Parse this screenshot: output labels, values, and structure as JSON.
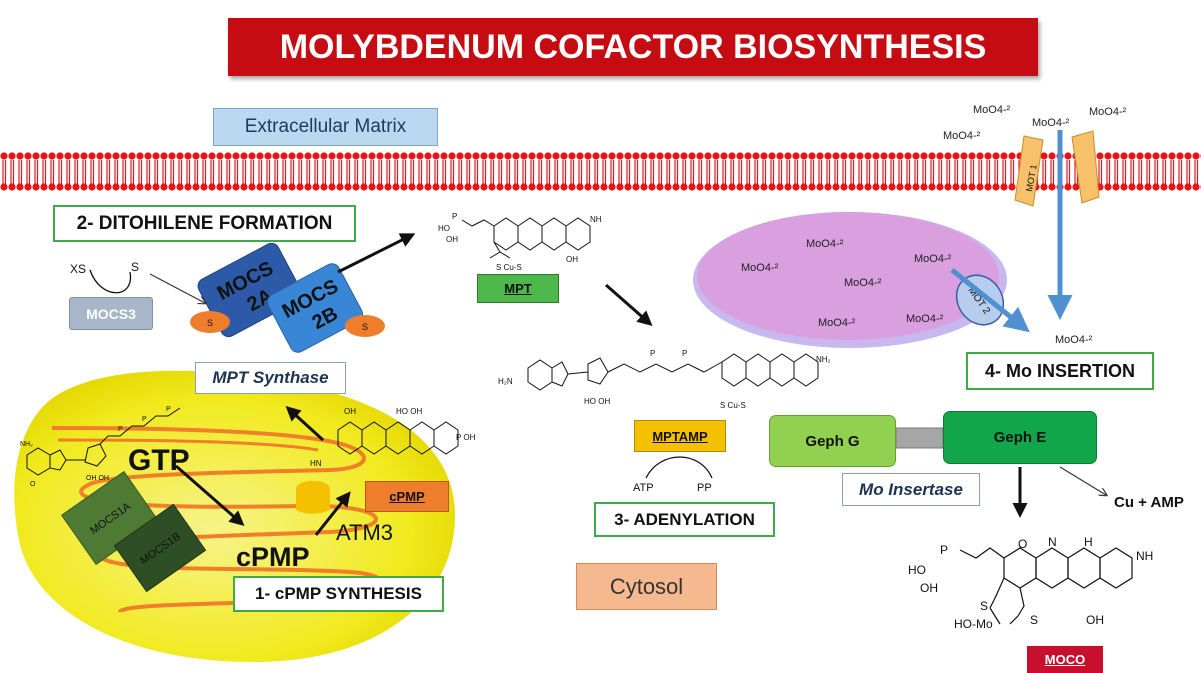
{
  "title": "MOLYBDENUM COFACTOR BIOSYNTHESIS",
  "compartments": {
    "extracellular": "Extracellular Matrix",
    "cytosol": "Cytosol"
  },
  "steps": {
    "step1": "1- cPMP SYNTHESIS",
    "step2": "2- DITOHILENE FORMATION",
    "step3": "3- ADENYLATION",
    "step4": "4- Mo INSERTION"
  },
  "enzymes": {
    "mocs3": "MOCS3",
    "mocs2a": [
      "MOCS",
      "2A"
    ],
    "mocs2b": [
      "MOCS",
      "2B"
    ],
    "s_cap": "S",
    "mocs1a": "MOCS1A",
    "mocs1b": "MOCS1B",
    "mpt_synthase": "MPT Synthase",
    "mo_insertase": "Mo Insertase",
    "geph_g": "Geph G",
    "geph_e": "Geph E",
    "mot1": "MOT 1",
    "mot2": "MOT 2",
    "atm3": "ATM3"
  },
  "molecule_tags": {
    "mpt": "MPT",
    "mptamp": "MPTAMP",
    "cpmp": "cPMP",
    "moco": "MOCO"
  },
  "labels": {
    "gtp": "GTP",
    "cpmp": "cPMP",
    "atp": "ATP",
    "pp": "PP",
    "cu_amp": "Cu + AMP",
    "xs": "XS",
    "s": "S"
  },
  "molybdate": "MoO4-²",
  "colors": {
    "title_bg": "#c40c12",
    "membrane": "#e8121b",
    "vesicle": "#d99fe0",
    "mito": "#f3ee2a",
    "cristae": "#f07f2a",
    "step_border": "#3faa4a",
    "arrow_blue": "#4f90d1"
  }
}
